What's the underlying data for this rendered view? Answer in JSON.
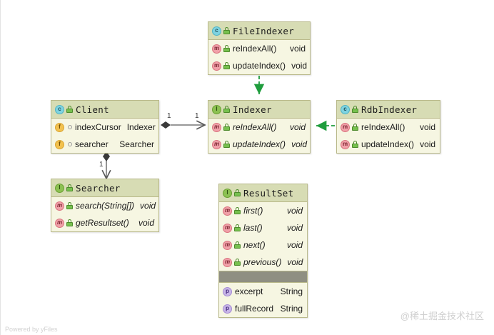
{
  "diagram": {
    "type": "uml-class-diagram",
    "background": "#ffffff",
    "header_color": "#d7dcb4",
    "body_color": "#f6f6e2",
    "border_color": "#b9b98a",
    "realization_color": "#1f9d3d",
    "association_color": "#5a5a5a",
    "separator_color": "#8f8f82"
  },
  "nodes": {
    "file_indexer": {
      "name": "FileIndexer",
      "stereotype_icon": "class-icon",
      "kind": "class",
      "members": [
        {
          "icon": "method-icon",
          "name": "reIndexAll()",
          "type": "void"
        },
        {
          "icon": "method-icon",
          "name": "updateIndex()",
          "type": "void"
        }
      ]
    },
    "client": {
      "name": "Client",
      "stereotype_icon": "class-icon",
      "kind": "class",
      "members": [
        {
          "icon": "field-icon",
          "name": "indexCursor",
          "type": "Indexer"
        },
        {
          "icon": "field-icon",
          "name": "searcher",
          "type": "Searcher"
        }
      ]
    },
    "indexer": {
      "name": "Indexer",
      "stereotype_icon": "interface-icon",
      "kind": "interface",
      "members": [
        {
          "icon": "method-icon",
          "name": "reIndexAll()",
          "type": "void"
        },
        {
          "icon": "method-icon",
          "name": "updateIndex()",
          "type": "void"
        }
      ]
    },
    "rdb_indexer": {
      "name": "RdbIndexer",
      "stereotype_icon": "class-icon",
      "kind": "class",
      "members": [
        {
          "icon": "method-icon",
          "name": "reIndexAll()",
          "type": "void"
        },
        {
          "icon": "method-icon",
          "name": "updateIndex()",
          "type": "void"
        }
      ]
    },
    "searcher": {
      "name": "Searcher",
      "stereotype_icon": "interface-icon",
      "kind": "interface",
      "members": [
        {
          "icon": "method-icon",
          "name": "search(String[])",
          "type": "void"
        },
        {
          "icon": "method-icon",
          "name": "getResultset()",
          "type": "void"
        }
      ]
    },
    "result_set": {
      "name": "ResultSet",
      "stereotype_icon": "interface-icon",
      "kind": "interface",
      "members": [
        {
          "icon": "method-icon",
          "name": "first()",
          "type": "void"
        },
        {
          "icon": "method-icon",
          "name": "last()",
          "type": "void"
        },
        {
          "icon": "method-icon",
          "name": "next()",
          "type": "void"
        },
        {
          "icon": "method-icon",
          "name": "previous()",
          "type": "void"
        }
      ],
      "properties": [
        {
          "icon": "property-icon",
          "name": "excerpt",
          "type": "String"
        },
        {
          "icon": "property-icon",
          "name": "fullRecord",
          "type": "String"
        }
      ]
    }
  },
  "edges": {
    "client_to_indexer": {
      "style": "composition",
      "source_multiplicity": "1",
      "target_multiplicity": "1"
    },
    "client_to_searcher": {
      "style": "composition",
      "source_multiplicity": "1"
    },
    "file_indexer_to_indexer": {
      "style": "realization"
    },
    "rdb_indexer_to_indexer": {
      "style": "realization"
    }
  },
  "footer": {
    "powered_by": "Powered by yFiles",
    "watermark": "@稀土掘金技术社区"
  }
}
